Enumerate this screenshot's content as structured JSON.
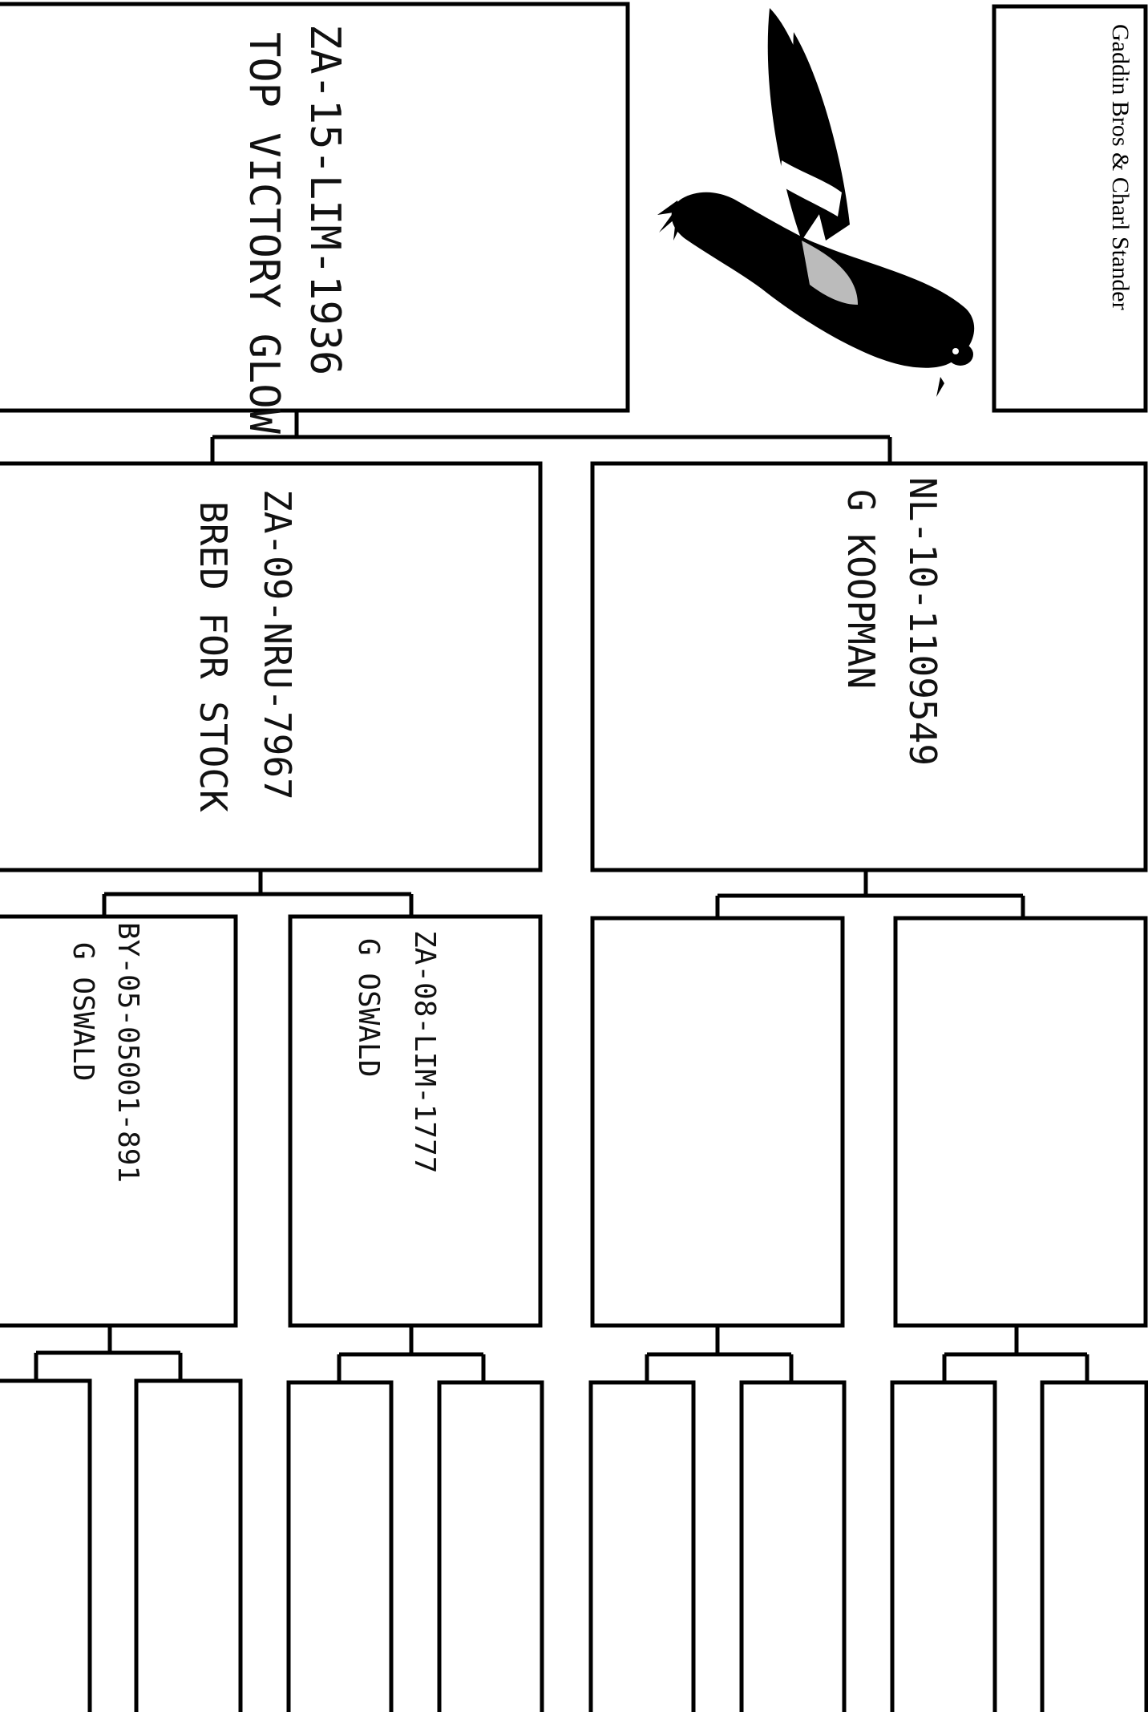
{
  "owner_label": "Gaddin Bros & Charl Stander",
  "subject": {
    "ring": "ZA-15-LIM-1936",
    "name": "TOP VICTORY GLOW"
  },
  "sire": {
    "ring": "ZA-09-NRU-7967",
    "name": "BRED FOR STOCK"
  },
  "dam": {
    "ring": "NL-10-1109549",
    "name": "G KOOPMAN"
  },
  "sire_sire": {
    "ring": "BY-05-05001-891",
    "name": "G OSWALD"
  },
  "sire_dam": {
    "ring": "ZA-08-LIM-1777",
    "name": "G OSWALD"
  },
  "dam_sire": {
    "ring": "",
    "name": ""
  },
  "dam_dam": {
    "ring": "",
    "name": ""
  },
  "photo": {
    "icon": "pigeon-photo",
    "color": "#000000"
  }
}
